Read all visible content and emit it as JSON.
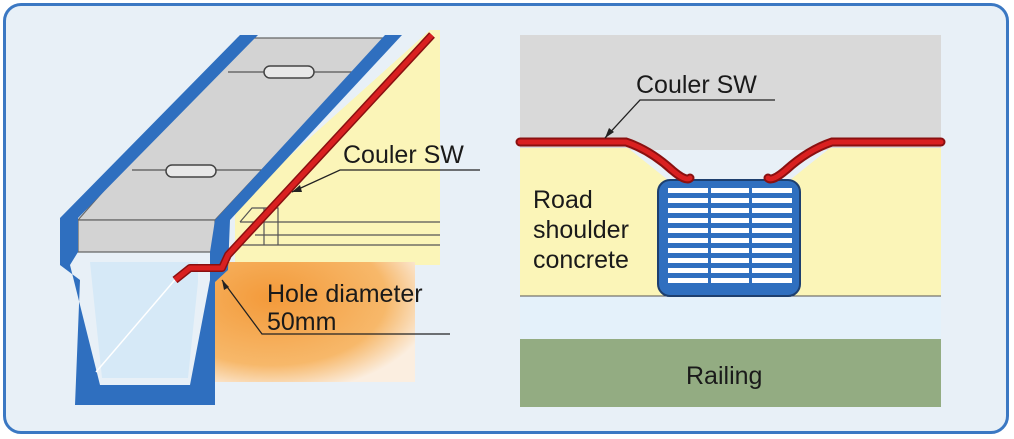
{
  "left_panel": {
    "cable_label": "Couler SW",
    "hole_label_line1": "Hole diameter",
    "hole_label_line2": "50mm"
  },
  "right_panel": {
    "cable_label": "Couler SW",
    "shoulder_label_line1": "Road",
    "shoulder_label_line2": "shoulder",
    "shoulder_label_line3": "concrete",
    "railing_label": "Railing"
  },
  "colors": {
    "frame_border": "#3b78c3",
    "frame_fill": "#e8f0f7",
    "gutter_blue": "#2f6fbf",
    "gutter_inner": "#d6e9f7",
    "lid_gray": "#d3d3d3",
    "concrete_yellow": "#fbf5b8",
    "hole_orange": "#f5a84d",
    "cable_red": "#d92020",
    "railing_green": "#93ac82",
    "sky_gray": "#d9d9d9",
    "base_light": "#e4f1fa"
  }
}
